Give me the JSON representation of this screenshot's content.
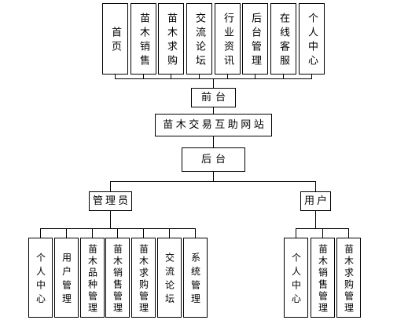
{
  "diagram": {
    "front_end": {
      "label": "前台",
      "modules": [
        "首页",
        "苗木销售",
        "苗木求购",
        "交流论坛",
        "行业资讯",
        "后台管理",
        "在线客服",
        "个人中心"
      ]
    },
    "root": {
      "label": "苗木交易互助网站"
    },
    "back_end": {
      "label": "后台",
      "roles": [
        {
          "label": "管理员",
          "modules": [
            "个人中心",
            "用户管理",
            "苗木品种管理",
            "苗木销售管理",
            "苗木求购管理",
            "交流论坛",
            "系统管理"
          ]
        },
        {
          "label": "用户",
          "modules": [
            "个人中心",
            "苗木销售管理",
            "苗木求购管理"
          ]
        }
      ]
    }
  }
}
